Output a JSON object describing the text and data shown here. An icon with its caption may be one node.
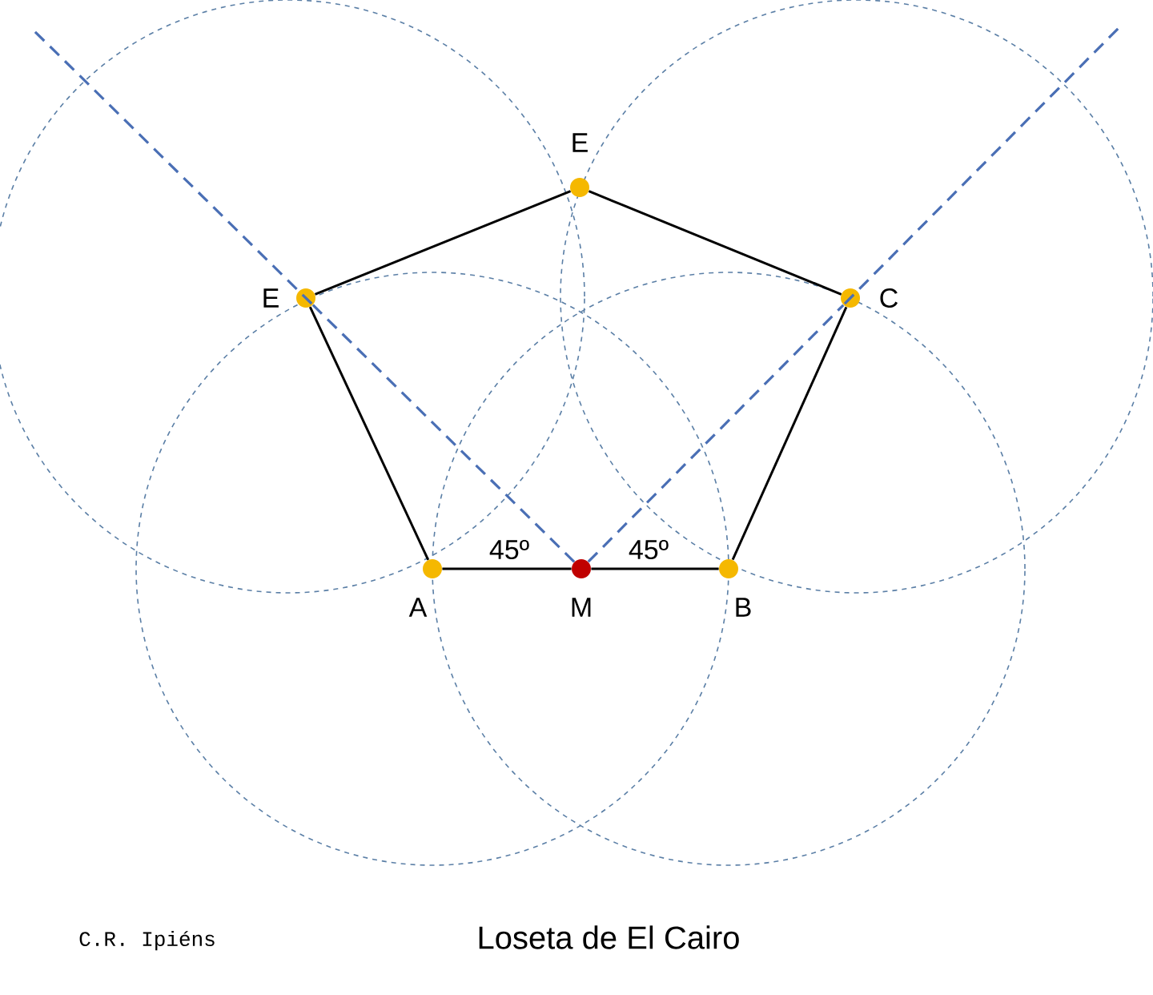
{
  "diagram": {
    "title": "Loseta de El Cairo",
    "nodes": [
      {
        "text": [],
        "shape": "circle",
        "beside": [
          "E"
        ]
      },
      {
        "text": [],
        "shape": "circle",
        "beside": [
          "E"
        ]
      },
      {
        "text": [],
        "shape": "circle",
        "beside": [
          "C"
        ]
      },
      {
        "text": [],
        "shape": "circle",
        "beside": [
          "A"
        ]
      },
      {
        "text": [],
        "shape": "circle",
        "beside": [
          "M"
        ]
      },
      {
        "text": [],
        "shape": "circle",
        "beside": [
          "B"
        ]
      }
    ],
    "edges": [
      {
        "from": 3,
        "to": 4,
        "arrow": "none"
      },
      {
        "from": 4,
        "to": 5,
        "arrow": "none"
      },
      {
        "from": 5,
        "to": 2,
        "arrow": "none"
      },
      {
        "from": 2,
        "to": 0,
        "arrow": "none"
      },
      {
        "from": 0,
        "to": 1,
        "arrow": "none"
      },
      {
        "from": 1,
        "to": 3,
        "arrow": "none"
      },
      {
        "from": 4,
        "to": 1,
        "arrow": "none",
        "style": "dashed",
        "color": "#4a6fb5"
      },
      {
        "from": 4,
        "to": 2,
        "arrow": "none",
        "style": "dashed",
        "color": "#4a6fb5"
      }
    ],
    "labels": [
      "45º",
      "45º",
      "C.R. Ipiéns"
    ]
  }
}
